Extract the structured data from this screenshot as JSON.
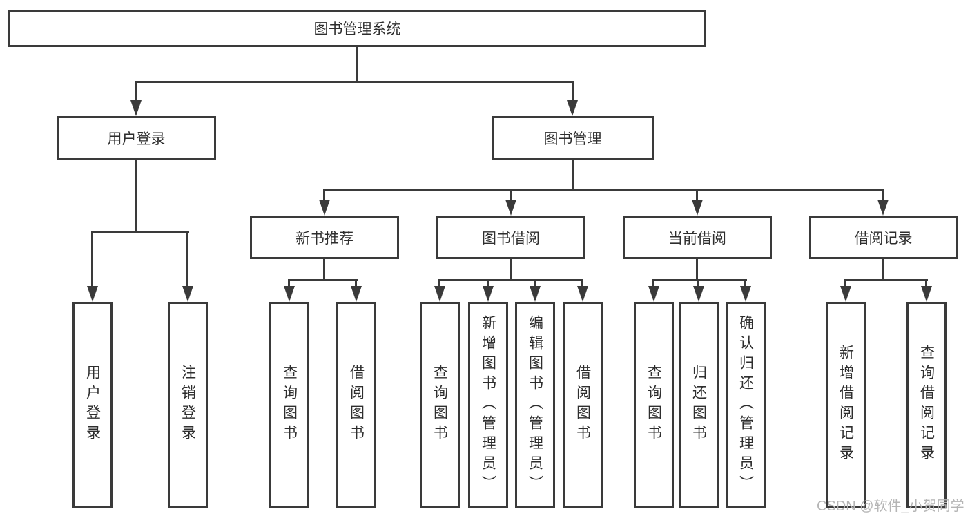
{
  "diagram": {
    "root": {
      "label": "图书管理系统"
    },
    "level2": [
      {
        "label": "用户登录"
      },
      {
        "label": "图书管理"
      }
    ],
    "level3": [
      {
        "label": "新书推荐"
      },
      {
        "label": "图书借阅"
      },
      {
        "label": "当前借阅"
      },
      {
        "label": "借阅记录"
      }
    ],
    "leaves": {
      "user_login": [
        "用户登录",
        "注销登录"
      ],
      "new_book": [
        "查询图书",
        "借阅图书"
      ],
      "book_borrowing": [
        "查询图书",
        "新增图书（管理员）",
        "编辑图书（管理员）",
        "借阅图书"
      ],
      "current_borrowing": [
        "查询图书",
        "归还图书",
        "确认归还（管理员）"
      ],
      "borrowing_records": [
        "新增借阅记录",
        "查询借阅记录"
      ]
    }
  },
  "watermark": {
    "text": "CSDN @软件_小贺同学"
  },
  "colors": {
    "line": "#3a3a3a",
    "text": "#2e2e2e",
    "background": "#ffffff",
    "watermark": "#b5b5b5"
  }
}
